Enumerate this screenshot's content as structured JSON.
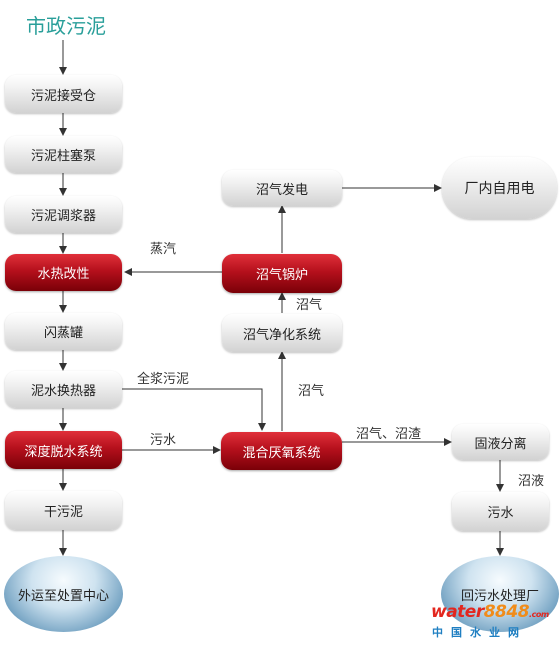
{
  "title": "市政污泥",
  "nodes": {
    "receiving_bin": "污泥接受仓",
    "plunger_pump": "污泥柱塞泵",
    "slurry_conditioner": "污泥调浆器",
    "thermal_hydrolysis": "水热改性",
    "flash_tank": "闪蒸罐",
    "heat_exchanger": "泥水换热器",
    "deep_dewatering": "深度脱水系统",
    "dry_sludge": "干污泥",
    "offsite_disposal": "外运至处置中心",
    "biogas_power": "沼气发电",
    "plant_use_power": "厂内自用电",
    "biogas_boiler": "沼气锅炉",
    "biogas_purification": "沼气净化系统",
    "anaerobic_digestion": "混合厌氧系统",
    "solid_liquid_separation": "固液分离",
    "sewage": "污水",
    "return_wwtp": "回污水处理厂"
  },
  "edge_labels": {
    "steam": "蒸汽",
    "biogas_1": "沼气",
    "biogas_2": "沼气",
    "full_slurry": "全浆污泥",
    "sewage_water": "污水",
    "biogas_residue": "沼气、沼渣",
    "digestate": "沼液"
  },
  "watermark": {
    "brand_a": "water",
    "brand_b": "8848",
    "suffix": ".com",
    "subtitle": "中国水业网"
  },
  "colors": {
    "title": "#2a9f9a",
    "highlight_node": "#b5101c",
    "arrow": "#333333",
    "watermark_red": "#e3261e",
    "watermark_blue": "#1f7fc2"
  }
}
